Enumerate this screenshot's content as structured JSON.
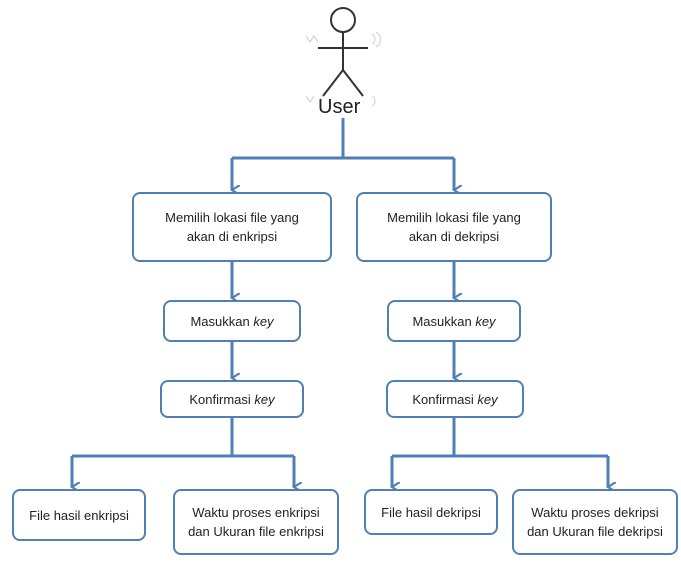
{
  "actor": {
    "label": "User"
  },
  "left_branch": {
    "select": {
      "line1": "Memilih lokasi file yang",
      "line2": "akan di enkripsi"
    },
    "input_key": {
      "text": "Masukkan",
      "key": "key"
    },
    "confirm_key": {
      "text": "Konfirmasi",
      "key": "key"
    },
    "result": {
      "text": "File hasil enkripsi"
    },
    "stats": {
      "line1": "Waktu proses enkripsi",
      "line2": "dan Ukuran file enkripsi"
    }
  },
  "right_branch": {
    "select": {
      "line1": "Memilih lokasi file yang",
      "line2": "akan di dekripsi"
    },
    "input_key": {
      "text": "Masukkan",
      "key": "key"
    },
    "confirm_key": {
      "text": "Konfirmasi",
      "key": "key"
    },
    "result": {
      "text": "File hasil dekripsi"
    },
    "stats": {
      "line1": "Waktu proses dekripsi",
      "line2": "dan Ukuran file dekripsi"
    }
  },
  "colors": {
    "line": "#4f7fb5",
    "box_border": "#4f7fb5",
    "text": "#1f1f1f"
  }
}
